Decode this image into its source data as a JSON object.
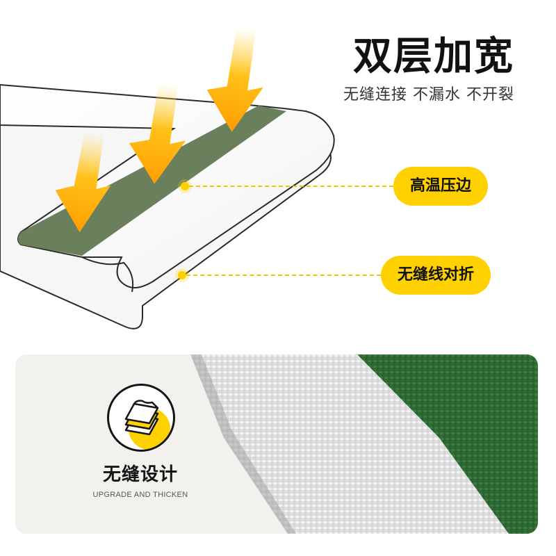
{
  "header": {
    "title": "双层加宽",
    "subtitle": "无缝连接 不漏水 不开裂"
  },
  "callouts": [
    {
      "label": "高温压边"
    },
    {
      "label": "无缝线对折"
    }
  ],
  "feature": {
    "title": "无缝设计",
    "subtitle": "UPGRADE AND THICKEN",
    "icon": "layers-icon"
  },
  "colors": {
    "accent_yellow": "#ffd100",
    "tarp_green": "#6a7f5c",
    "fabric_green": "#2f6b35",
    "fabric_silver": "#dcdcdc"
  }
}
